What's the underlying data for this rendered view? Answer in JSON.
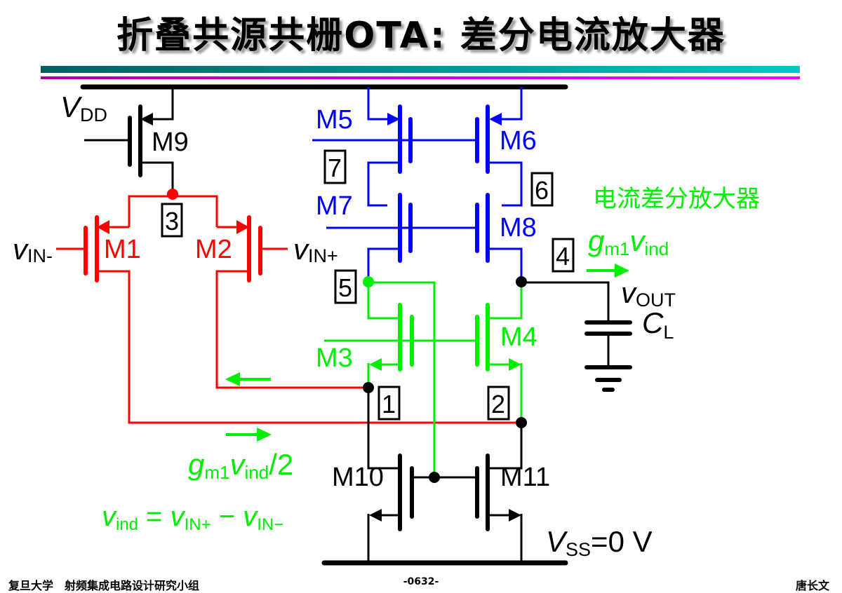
{
  "slide": {
    "title": "折叠共源共栅OTA: 差分电流放大器",
    "colors": {
      "teal": "#007070",
      "magenta": "#d000d0",
      "red": "#ff0000",
      "blue": "#0000ff",
      "green": "#00ee00",
      "black": "#000000"
    }
  },
  "circuit": {
    "vdd": {
      "main": "V",
      "sub": "DD"
    },
    "vss": {
      "main": "V",
      "sub": "SS",
      "rest": "=0 V"
    },
    "transistors": [
      "M1",
      "M2",
      "M3",
      "M4",
      "M5",
      "M6",
      "M7",
      "M8",
      "M9",
      "M10",
      "M11"
    ],
    "nodes": [
      "1",
      "2",
      "3",
      "4",
      "5",
      "6",
      "7"
    ],
    "vin_minus": {
      "main": "v",
      "sub": "IN-"
    },
    "vin_plus": {
      "main": "v",
      "sub": "IN+"
    },
    "vout": {
      "main": "v",
      "sub": "OUT"
    },
    "cl": {
      "main": "C",
      "sub": "L"
    },
    "gm_out": {
      "g": "g",
      "m": "m1",
      "v": "v",
      "ind": "ind"
    },
    "gm_half": {
      "g": "g",
      "m": "m1",
      "v": "v",
      "ind": "ind",
      "rest": "/2"
    },
    "vind_eq": {
      "v1": "v",
      "s1": "ind",
      "eq": " = ",
      "v2": "v",
      "s2": "IN+",
      "minus": " − ",
      "v3": "v",
      "s3": "IN−"
    },
    "caption": "电流差分放大器"
  },
  "footer": {
    "left": "复旦大学　射频集成电路设计研究小组",
    "center": "-0632-",
    "right": "唐长文"
  }
}
